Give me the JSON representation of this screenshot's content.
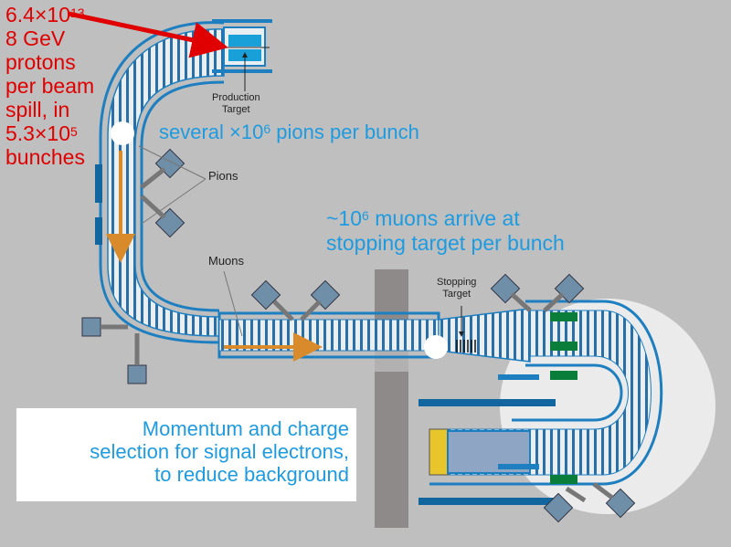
{
  "labels": {
    "proton_line1": "6.4×10",
    "proton_exp1": "13",
    "proton_line2": "8 GeV",
    "proton_line3": "protons",
    "proton_line4": "per beam",
    "proton_line5": "spill, in",
    "proton_line6": "5.3×10",
    "proton_exp6": "5",
    "proton_line7": "bunches",
    "production_target_1": "Production",
    "production_target_2": "Target",
    "pions_count_prefix": "several ×10",
    "pions_count_exp": "6",
    "pions_count_suffix": " pions per bunch",
    "pions_label": "Pions",
    "muons_label": "Muons",
    "muons_arrive_prefix": "~10",
    "muons_arrive_exp": "6",
    "muons_arrive_suffix": " muons arrive at",
    "muons_arrive_line2": "stopping target per bunch",
    "stopping_target_1": "Stopping",
    "stopping_target_2": "Target",
    "callout_line1": "Momentum and charge",
    "callout_line2": "selection for signal electrons,",
    "callout_line3": "to reduce background"
  },
  "colors": {
    "background": "#bfbfbf",
    "beamline_blue": "#1e7fc0",
    "annotation_red": "#e00000",
    "annotation_blue": "#1e9be0",
    "flow_arrow": "#d98a2b",
    "module_gray": "#6f8fa8"
  }
}
